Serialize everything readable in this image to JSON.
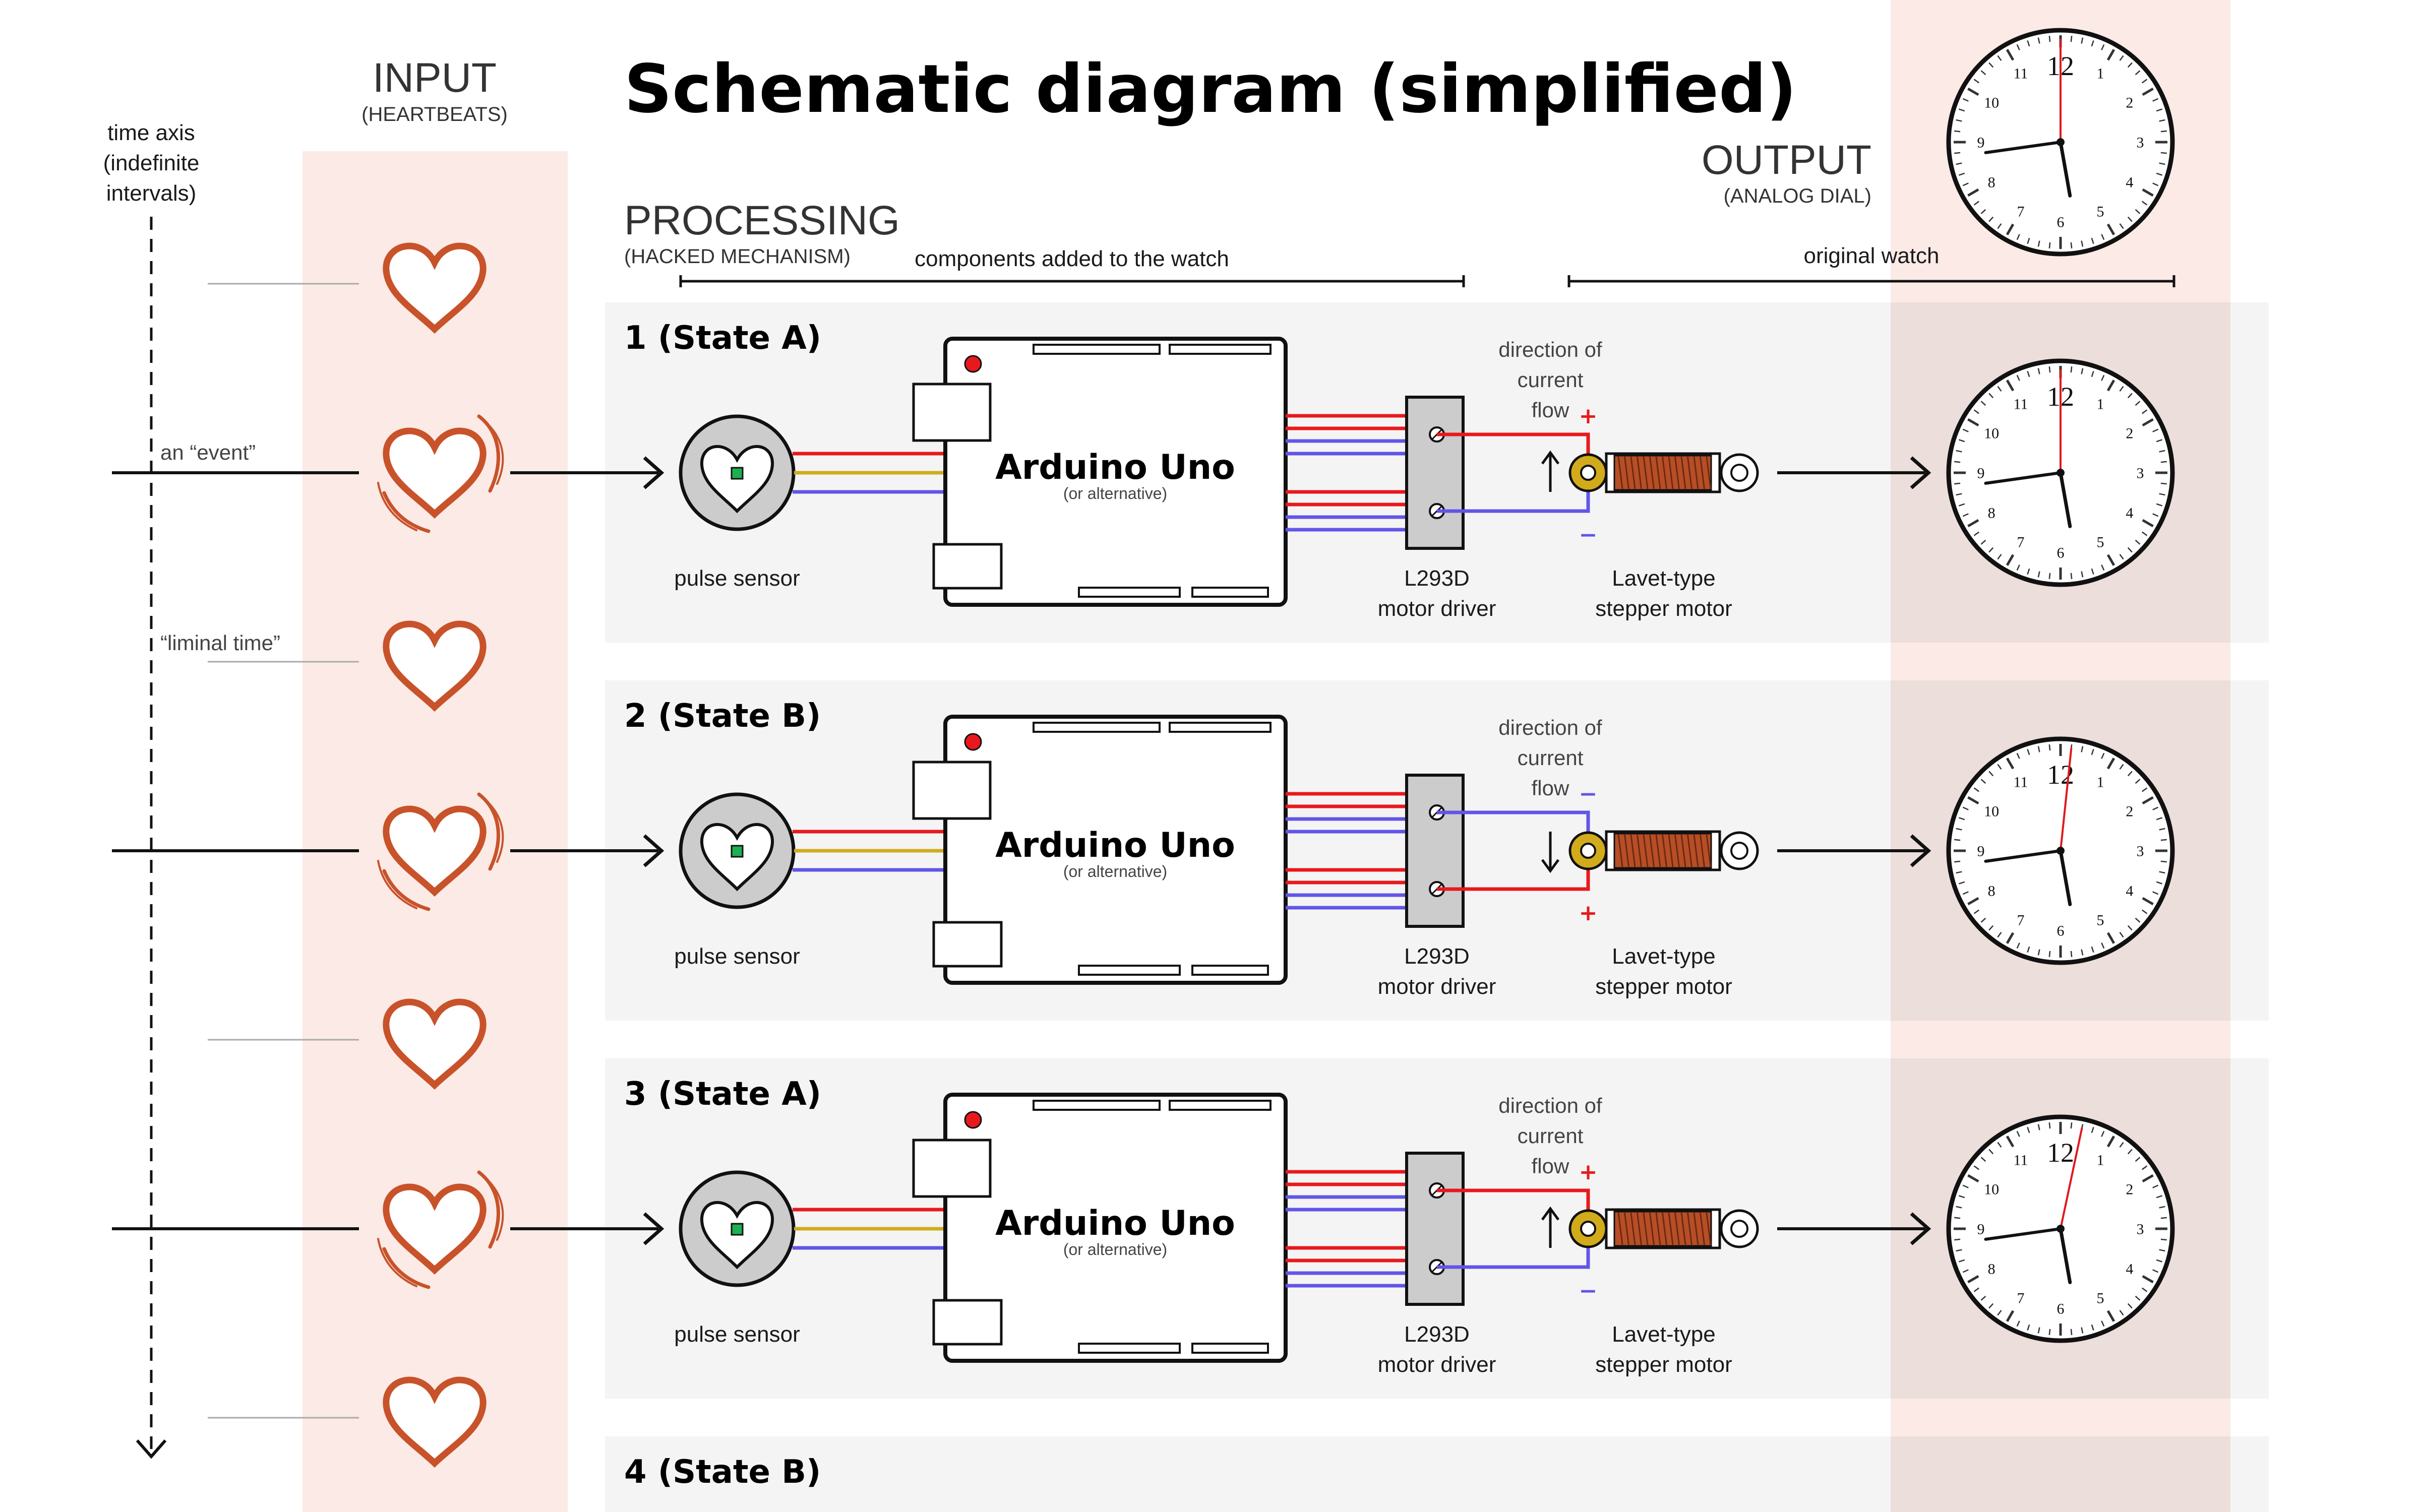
{
  "title": "Schematic diagram (simplified)",
  "colors": {
    "heart": "#c8522a",
    "input_band": "#fbeae5",
    "state_panel": "#f4f4f4",
    "output_band_overlay": "#ecdedb",
    "wire_red": "#e8191d",
    "wire_yellow": "#d1ab1b",
    "wire_blue": "#6155e8",
    "coil": "#b84e26",
    "sensor_dot": "#1cb050",
    "driver_fill": "#cccccc",
    "hour_hand": "#111111",
    "second_hand": "#e0191d"
  },
  "time_axis": {
    "label_lines": [
      "time axis",
      "(indefinite",
      "intervals)"
    ],
    "event_label": "an “event”",
    "liminal_label": "“liminal time”"
  },
  "input": {
    "title": "INPUT",
    "subtitle": "(HEARTBEATS)"
  },
  "processing": {
    "title": "PROCESSING",
    "subtitle": "(HACKED MECHANISM)",
    "bracket_label": "components added to the watch"
  },
  "output": {
    "title": "OUTPUT",
    "subtitle": "(ANALOG DIAL)",
    "bracket_label": "original watch"
  },
  "components": {
    "arduino_name": "Arduino Uno",
    "arduino_alt": "(or alternative)",
    "sensor_label": "pulse sensor",
    "driver_label": [
      "L293D",
      "motor driver"
    ],
    "motor_label": [
      "Lavet-type",
      "stepper motor"
    ],
    "current_label": [
      "direction of",
      "current",
      "flow"
    ]
  },
  "clock_numbers": [
    "12",
    "1",
    "2",
    "3",
    "4",
    "5",
    "6",
    "7",
    "8",
    "9",
    "10",
    "11"
  ],
  "states": [
    {
      "label": "1 (State A)",
      "current_direction": "up",
      "top_sign": "+",
      "bottom_sign": "−",
      "second_hand_at": 0
    },
    {
      "label": "2 (State B)",
      "current_direction": "down",
      "top_sign": "−",
      "bottom_sign": "+",
      "second_hand_at": 1
    },
    {
      "label": "3 (State A)",
      "current_direction": "up",
      "top_sign": "+",
      "bottom_sign": "−",
      "second_hand_at": 2
    },
    {
      "label": "4 (State B)"
    }
  ],
  "header_clock": {
    "second_hand_at": 0
  }
}
